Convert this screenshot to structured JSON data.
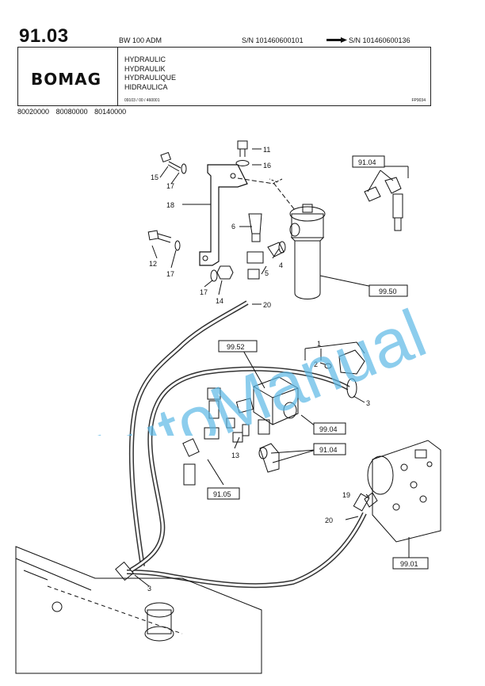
{
  "header": {
    "page_number": "91.03",
    "model": "BW 100 ADM",
    "sn_from": "S/N 101460600101",
    "sn_to": "S/N 101460600136",
    "logo": "BOMAG",
    "titles": [
      "HYDRAULIC",
      "HYDRAULIK",
      "HYDRAULIQUE",
      "HIDRAULICA"
    ],
    "doc_code": "09103 / 00 / 460001",
    "fig_code": "FP9034"
  },
  "references": [
    "80020000",
    "80080000",
    "80140000"
  ],
  "callouts": [
    "1",
    "2",
    "3",
    "3",
    "4",
    "5",
    "6",
    "11",
    "12",
    "13",
    "14",
    "15",
    "16",
    "17",
    "17",
    "17",
    "18",
    "19",
    "20",
    "20"
  ],
  "ref_boxes": [
    "91.04",
    "99.50",
    "99.52",
    "99.04",
    "91.04",
    "91.05",
    "99.01"
  ],
  "watermark": "AutoManual",
  "colors": {
    "watermark": "#5bb8e6",
    "ink": "#111111"
  }
}
